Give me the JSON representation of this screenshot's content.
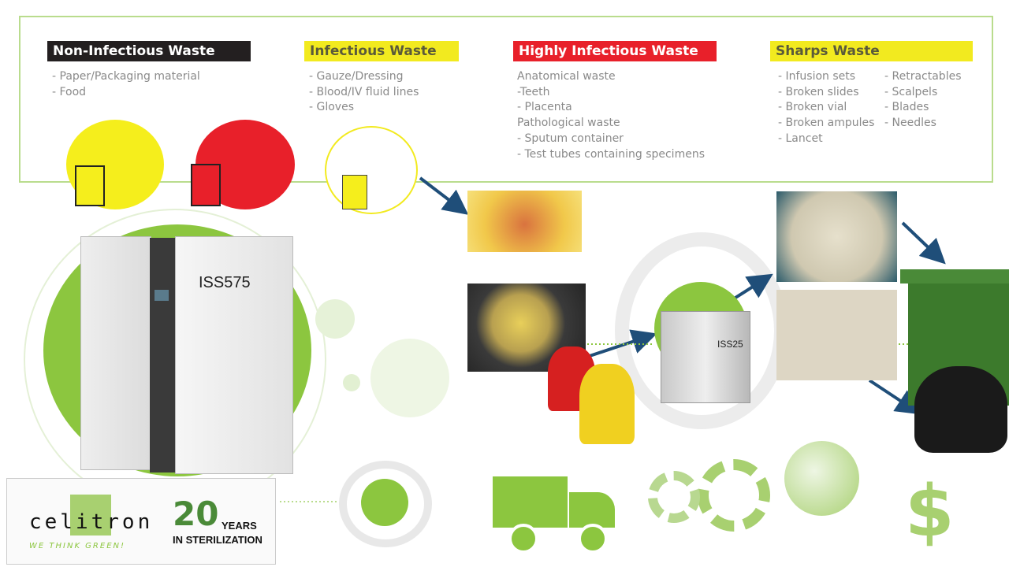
{
  "categories": [
    {
      "title": "Non-Infectious Waste",
      "items": [
        "- Paper/Packaging material",
        "- Food"
      ],
      "color": "#231f20",
      "text_color": "#ffffff"
    },
    {
      "title": "Infectious Waste",
      "items": [
        "- Gauze/Dressing",
        "- Blood/IV fluid lines",
        "- Gloves"
      ],
      "color": "#f2ea1f",
      "text_color": "#5a5a3a"
    },
    {
      "title": "Highly Infectious Waste",
      "items": [
        "Anatomical waste",
        "-Teeth",
        "- Placenta",
        "Pathological waste",
        "- Sputum container",
        "- Test tubes containing specimens"
      ],
      "color": "#e8202a",
      "text_color": "#ffffff"
    },
    {
      "title": "Sharps Waste",
      "items_col1": [
        "- Infusion sets",
        "- Broken slides",
        "- Broken vial",
        "- Broken ampules",
        "- Lancet"
      ],
      "items_col2": [
        "- Retractables",
        "- Scalpels",
        "- Blades",
        "- Needles"
      ],
      "color": "#f2ea1f",
      "text_color": "#5a5a3a"
    }
  ],
  "machines": {
    "large": "ISS575",
    "small": "ISS25"
  },
  "logo": {
    "brand": "celitron",
    "tagline": "WE THINK GREEN!",
    "anniversary_number": "20",
    "anniversary_years": "YEARS",
    "anniversary_sub": "IN STERILIZATION"
  },
  "colors": {
    "green": "#8cc63f",
    "light_green": "#b9dc8d",
    "arrow": "#1f4e79"
  }
}
